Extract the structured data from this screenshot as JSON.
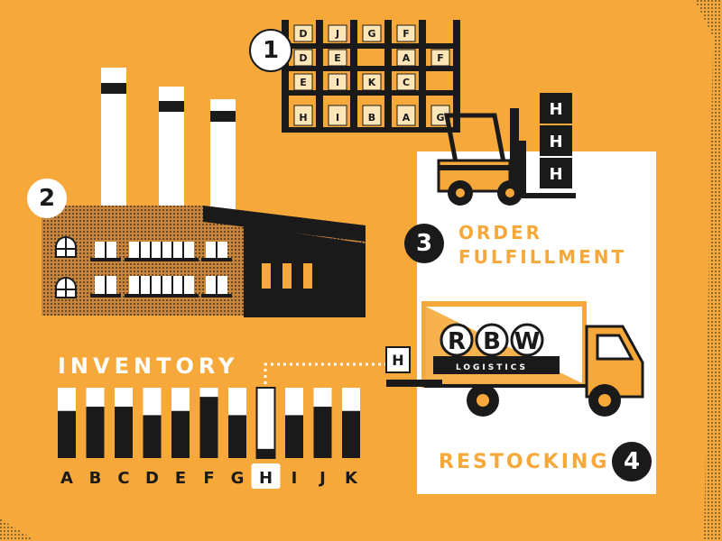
{
  "colors": {
    "background": "#F6A93A",
    "ink": "#1A1A1A",
    "paper": "#FFFFFF",
    "accent": "#F6A93A"
  },
  "steps": {
    "one": "1",
    "two": "2",
    "three": "3",
    "four": "4"
  },
  "labels": {
    "order_line1": "ORDER",
    "order_line2": "FULFILLMENT",
    "restocking": "RESTOCKING",
    "inventory_title": "INVENTORY"
  },
  "truck_logo": {
    "letters": [
      "R",
      "B",
      "W"
    ],
    "subtitle": "LOGISTICS"
  },
  "pallet_box_letter": "H",
  "forklift_boxes": [
    "H",
    "H",
    "H"
  ],
  "shelf_boxes": [
    [
      "D",
      "J",
      "G",
      "F",
      ""
    ],
    [
      "D",
      "E",
      "",
      "A",
      "F"
    ],
    [
      "E",
      "I",
      "K",
      "C",
      ""
    ],
    [
      "H",
      "I",
      "B",
      "A",
      "G"
    ]
  ],
  "inventory": {
    "categories": [
      "A",
      "B",
      "C",
      "D",
      "E",
      "F",
      "G",
      "H",
      "I",
      "J",
      "K"
    ],
    "stock_levels": [
      0.67,
      0.73,
      0.73,
      0.61,
      0.67,
      0.87,
      0.61,
      0.13,
      0.61,
      0.73,
      0.67
    ],
    "highlighted": "H"
  }
}
